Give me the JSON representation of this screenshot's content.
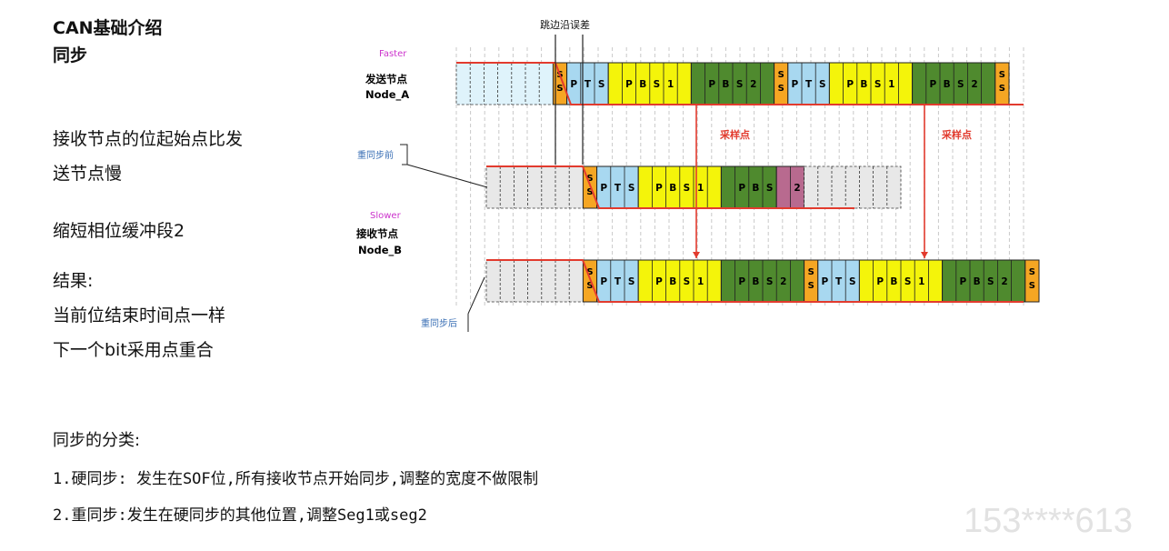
{
  "heading": {
    "line1": "CAN基础介绍",
    "line2": "同步"
  },
  "left_text": {
    "line1": "接收节点的位起始点比发",
    "line2": "送节点慢",
    "line3": "缩短相位缓冲段2",
    "line4": "结果:",
    "line5": "当前位结束时间点一样",
    "line6": "下一个bit采用点重合"
  },
  "bottom_text": {
    "line1": "同步的分类:",
    "line2": "1.硬同步:  发生在SOF位,所有接收节点开始同步,调整的宽度不做限制",
    "line3": "2.重同步:发生在硬同步的其他位置,调整Seg1或seg2"
  },
  "diagram": {
    "top_label": "跳边沿误差",
    "faster_label": "Faster",
    "node_a_line1": "发送节点",
    "node_a_line2": "Node_A",
    "before_label": "重同步前",
    "slower_label": "Slower",
    "node_b_line1": "接收节点",
    "node_b_line2": "Node_B",
    "after_label": "重同步后",
    "sample_label": "采样点",
    "segments": {
      "ss": "SS",
      "pts": "PTS",
      "pbs1": "PBS1",
      "pbs2": "PBS2",
      "pbs2_short": "PBS"
    },
    "colors": {
      "ss": "#f5a623",
      "pts": "#a8d8f0",
      "pbs1": "#f4f40a",
      "pbs2": "#4f8a2e",
      "idle_a": "#dff3fb",
      "idle_b": "#e8e8e8",
      "cut": "#b86a8f",
      "edge": "#e23b2e",
      "faster": "#cc33cc",
      "slower": "#cc33cc",
      "sync_label": "#3a6fb5"
    }
  },
  "watermark": "153****613"
}
